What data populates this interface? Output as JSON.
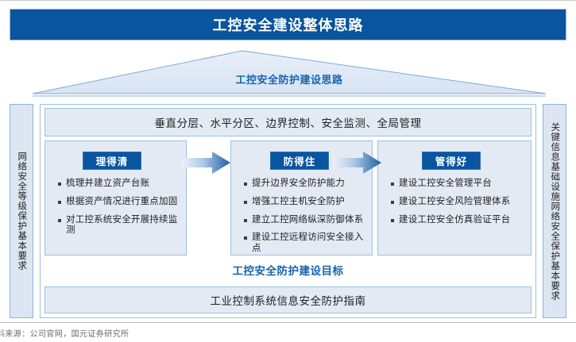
{
  "header": {
    "title": "工控安全建设整体思路"
  },
  "roof": {
    "label": "工控安全防护建设思路"
  },
  "pillars": {
    "left": "网络安全等级保护基本要求",
    "right": "关键信息基础设施网络安全保护基本要求"
  },
  "bands": {
    "top": "垂直分层、水平分区、边界控制、安全监测、全局管理",
    "goal": "工控安全防护建设目标",
    "bottom": "工业控制系统信息安全防护指南"
  },
  "cards": [
    {
      "title": "理得清",
      "bullets": [
        "梳理并建立资产台账",
        "根据资产情况进行重点加固",
        "对工控系统安全开展持续监测"
      ]
    },
    {
      "title": "防得住",
      "bullets": [
        "提升边界安全防护能力",
        "增强工控主机安全防护",
        "建立工控网络纵深防御体系",
        "建设工控远程访问安全接入点"
      ]
    },
    {
      "title": "管得好",
      "bullets": [
        "建设工控安全管理平台",
        "建设工控安全风险管理体系",
        "建设工控安全仿真验证平台"
      ]
    }
  ],
  "footer": {
    "source": "料来源：公司官网，国元证券研究所"
  },
  "colors": {
    "brand_blue": "#0a559d",
    "accent_blue": "#1663ae",
    "panel_fill": "#e3eaf4",
    "panel_border": "#9cc0e2",
    "pillar_fill": "#dce6f2"
  }
}
